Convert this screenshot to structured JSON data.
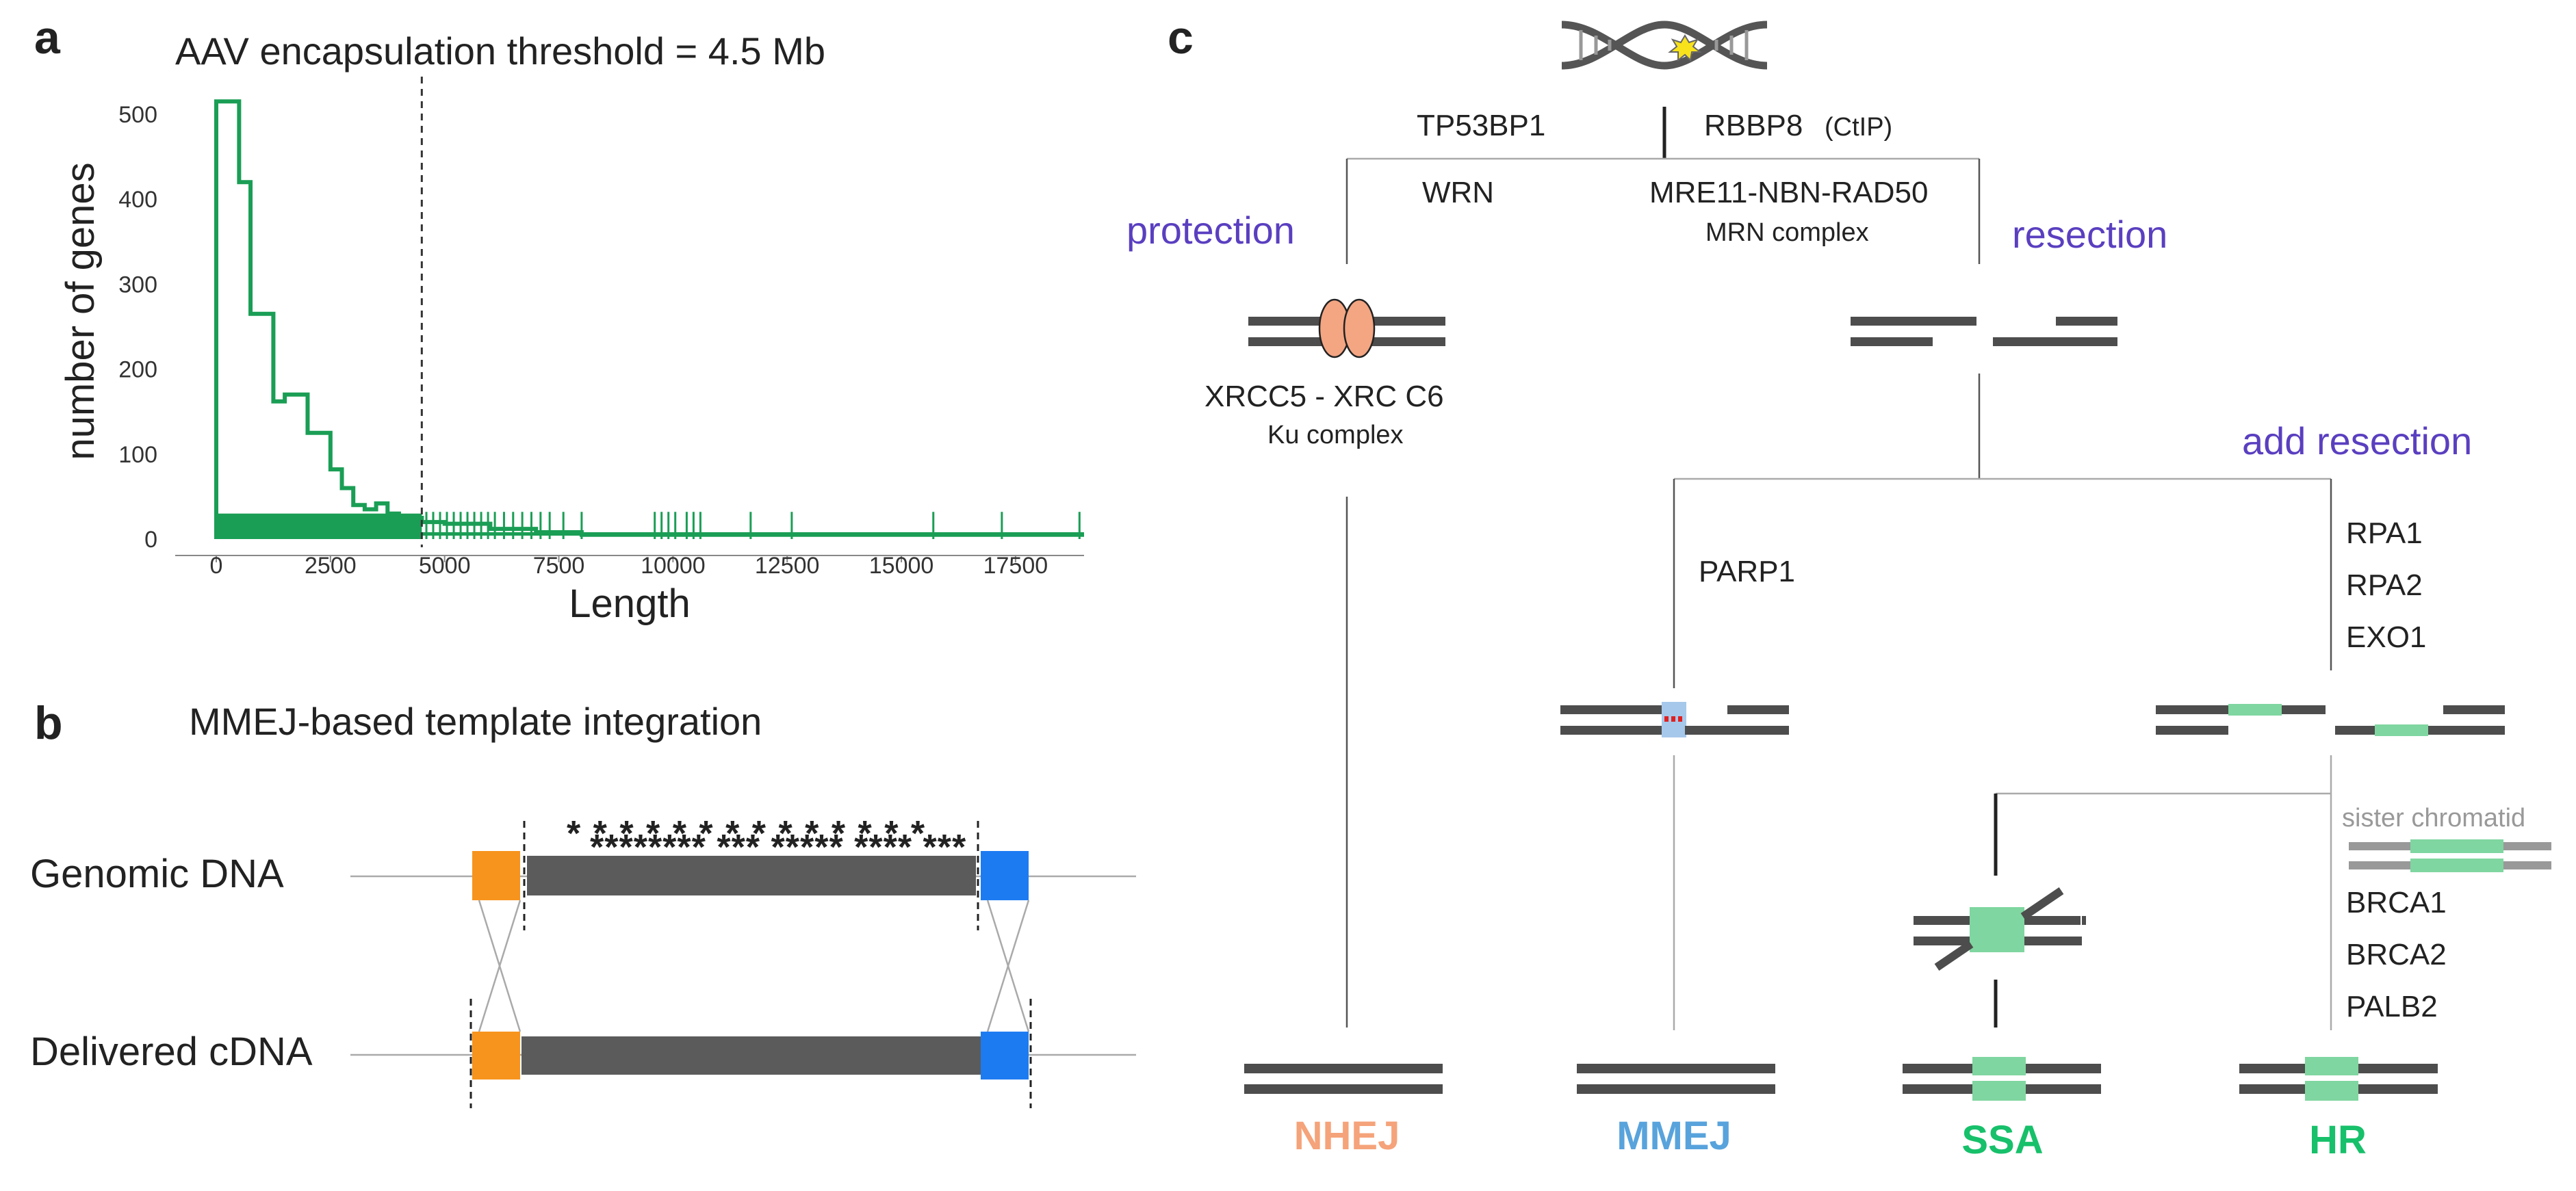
{
  "panel_a": {
    "letter": "a",
    "title": "AAV encapsulation threshold = 4.5 Mb",
    "chart_data": {
      "type": "histogram-step",
      "title": "AAV encapsulation threshold = 4.5 Mb",
      "xlabel": "Length",
      "ylabel": "number of genes",
      "xlim": [
        0,
        19000
      ],
      "ylim": [
        0,
        520
      ],
      "x_ticks": [
        0,
        2500,
        5000,
        7500,
        10000,
        12500,
        15000,
        17500
      ],
      "y_ticks": [
        0,
        100,
        200,
        300,
        400,
        500
      ],
      "threshold_x": 4500,
      "series": [
        {
          "values_step": [
            [
              0,
              515
            ],
            [
              500,
              420
            ],
            [
              750,
              265
            ],
            [
              1250,
              162
            ],
            [
              1500,
              170
            ],
            [
              2000,
              125
            ],
            [
              2500,
              82
            ],
            [
              2750,
              60
            ],
            [
              3000,
              40
            ],
            [
              3250,
              35
            ],
            [
              3500,
              42
            ],
            [
              3750,
              30
            ],
            [
              4000,
              25
            ],
            [
              4500,
              20
            ],
            [
              5000,
              18
            ],
            [
              6000,
              12
            ],
            [
              7000,
              8
            ],
            [
              8000,
              5
            ],
            [
              19000,
              5
            ]
          ],
          "color": "#1a9e55"
        }
      ],
      "rug_color": "#1a9e55",
      "rug_x": [
        4600,
        4750,
        4900,
        5050,
        5200,
        5350,
        5500,
        5650,
        5800,
        5950,
        6100,
        6300,
        6500,
        6700,
        6900,
        7100,
        7300,
        7600,
        8000,
        9600,
        9750,
        9900,
        10050,
        10300,
        10450,
        10600,
        11700,
        12600,
        15700,
        17200,
        18900
      ]
    }
  },
  "panel_b": {
    "letter": "b",
    "title": "MMEJ-based template integration",
    "row1_label": "Genomic DNA",
    "row2_label": "Delivered cDNA",
    "asterisks_top": "* * *  *   *  *  *  *   *  *  *  *  *  *",
    "asterisks_bottom": "******** *** ***** **** ***",
    "colors": {
      "left_block": "#f7941d",
      "right_block": "#1d7bf2",
      "body": "#5b5b5b"
    }
  },
  "panel_c": {
    "letter": "c",
    "genes": {
      "tp53bp1": "TP53BP1",
      "rbbp8": "RBBP8",
      "ctip": "(CtIP)",
      "wrn": "WRN",
      "mre11": "MRE11-NBN-RAD50",
      "mrn": "MRN complex",
      "xrcc": "XRCC5  - XRC C6",
      "ku": "Ku complex",
      "parp1": "PARP1",
      "rpa1": "RPA1",
      "rpa2": "RPA2",
      "exo1": "EXO1",
      "sister": "sister chromatid",
      "brca1": "BRCA1",
      "brca2": "BRCA2",
      "palb2": "PALB2"
    },
    "steps": {
      "protection": "protection",
      "resection": "resection",
      "add_resection": "add resection"
    },
    "pathways": [
      {
        "label": "NHEJ",
        "color": "#f5a37a"
      },
      {
        "label": "MMEJ",
        "color": "#58a3dc"
      },
      {
        "label": "SSA",
        "color": "#17c06a"
      },
      {
        "label": "HR",
        "color": "#17c06a"
      }
    ],
    "colors": {
      "ku": "#f4a582",
      "green": "#7fd6a0",
      "mmej_box": "#a6c8ea",
      "mmej_mark": "#e02020"
    }
  }
}
